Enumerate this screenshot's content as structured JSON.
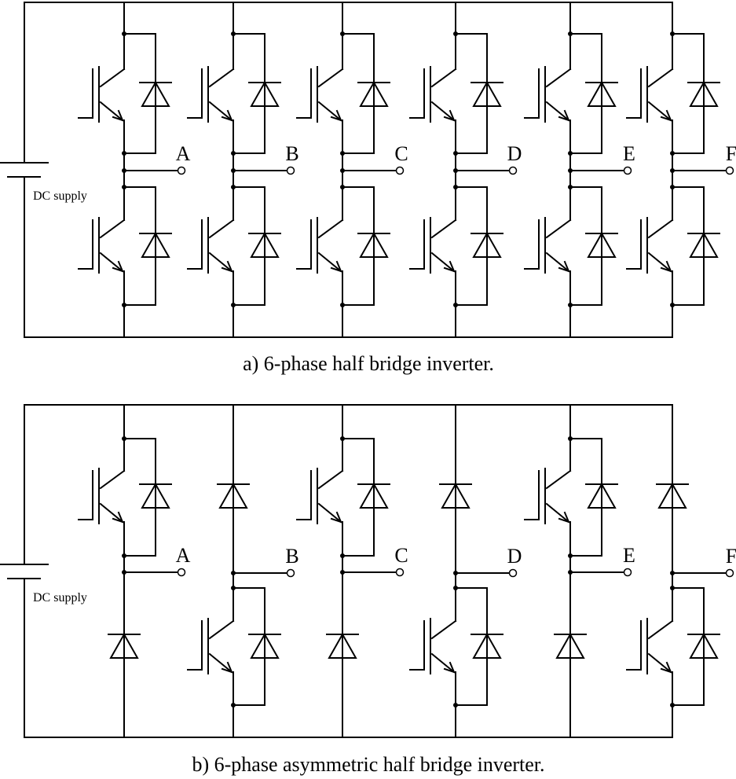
{
  "colors": {
    "wire": "#000000",
    "background": "#ffffff"
  },
  "panels": [
    {
      "caption": "a) 6-phase half bridge inverter.",
      "source_label": "DC supply",
      "legs": [
        {
          "label": "A",
          "type": "full-bridge-leg"
        },
        {
          "label": "B",
          "type": "full-bridge-leg"
        },
        {
          "label": "C",
          "type": "full-bridge-leg"
        },
        {
          "label": "D",
          "type": "full-bridge-leg"
        },
        {
          "label": "E",
          "type": "full-bridge-leg"
        },
        {
          "label": "F",
          "type": "full-bridge-leg"
        }
      ]
    },
    {
      "caption": "b) 6-phase asymmetric half bridge inverter.",
      "source_label": "DC supply",
      "legs": [
        {
          "label": "A",
          "type": "upper-switch-lower-diode"
        },
        {
          "label": "B",
          "type": "upper-diode-lower-switch"
        },
        {
          "label": "C",
          "type": "upper-switch-lower-diode"
        },
        {
          "label": "D",
          "type": "upper-diode-lower-switch"
        },
        {
          "label": "E",
          "type": "upper-switch-lower-diode"
        },
        {
          "label": "F",
          "type": "upper-diode-lower-switch"
        }
      ]
    }
  ]
}
